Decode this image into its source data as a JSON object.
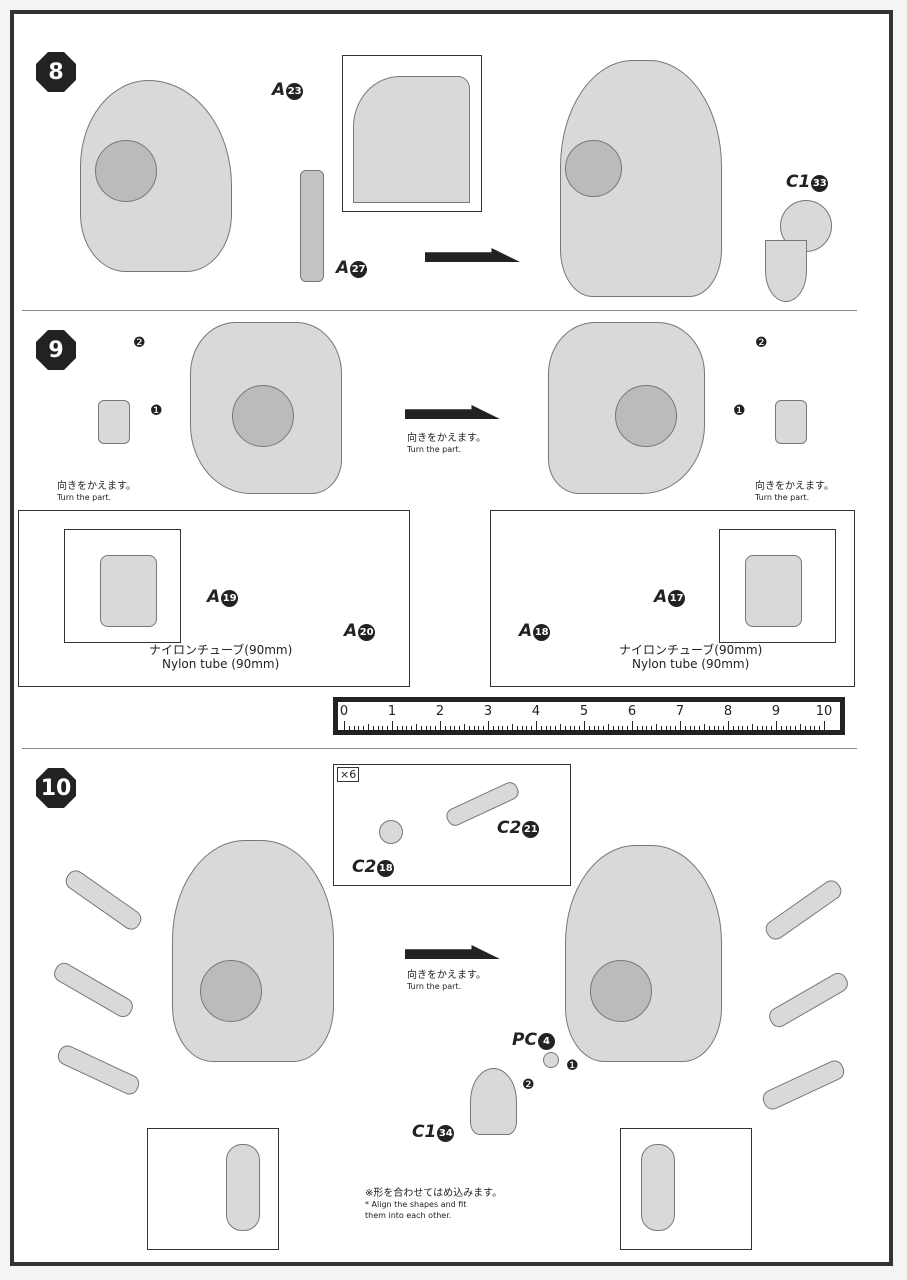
{
  "steps": [
    {
      "number": "8",
      "parts": [
        {
          "code": "A",
          "num": "23"
        },
        {
          "code": "A",
          "num": "27"
        },
        {
          "code": "C1",
          "num": "33"
        }
      ]
    },
    {
      "number": "9",
      "parts": [
        {
          "code": "A",
          "num": "19"
        },
        {
          "code": "A",
          "num": "20"
        },
        {
          "code": "A",
          "num": "18"
        },
        {
          "code": "A",
          "num": "17"
        }
      ],
      "callouts": [
        "❷",
        "❶",
        "❷",
        "❶"
      ],
      "turn_note_jp": "向きをかえます。",
      "turn_note_en": "Turn the part.",
      "tube_jp": "ナイロンチューブ(90mm)",
      "tube_en": "Nylon tube (90mm)"
    },
    {
      "number": "10",
      "multiplier": "×6",
      "parts": [
        {
          "code": "C2",
          "num": "21"
        },
        {
          "code": "C2",
          "num": "18"
        },
        {
          "code": "PC",
          "num": "4"
        },
        {
          "code": "C1",
          "num": "34"
        }
      ],
      "callouts": [
        "❷",
        "❶"
      ],
      "turn_note_jp": "向きをかえます。",
      "turn_note_en": "Turn the part.",
      "align_note_jp": "※形を合わせてはめ込みます。",
      "align_note_en": "* Align the shapes and fit them into each other."
    }
  ],
  "ruler": {
    "unit": "cm",
    "labels": [
      "0",
      "1",
      "2",
      "3",
      "4",
      "5",
      "6",
      "7",
      "8",
      "9",
      "10"
    ]
  }
}
